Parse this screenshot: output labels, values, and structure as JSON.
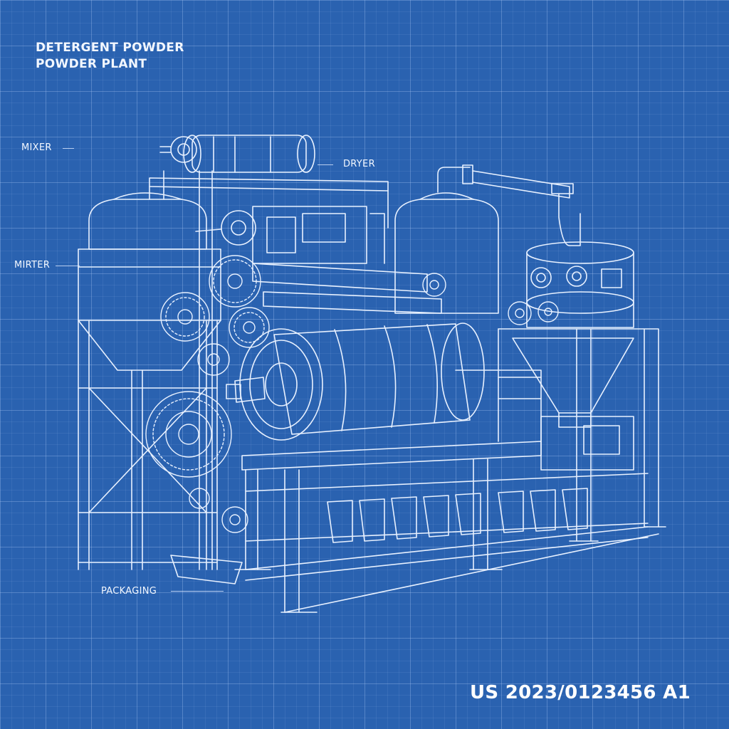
{
  "title": {
    "line1": "DETERGENT POWDER",
    "line2": "POWDER PLANT"
  },
  "labels": {
    "mixer": "MIXER",
    "dryer": "DRYER",
    "mirter": "MIRTER",
    "packaging": "PACKAGING"
  },
  "patent_number": "US 2023/0123456 A1",
  "colors": {
    "background": "#2a62b0",
    "line": "#e8f1ff"
  }
}
